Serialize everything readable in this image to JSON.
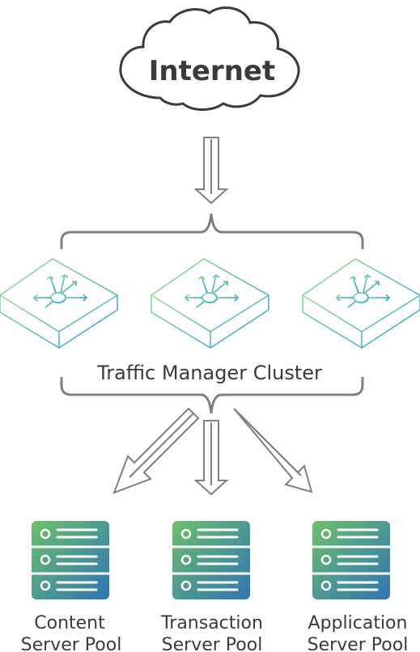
{
  "internet": {
    "label": "Internet"
  },
  "cluster": {
    "label": "Traffic Manager Cluster",
    "node_count": 3
  },
  "pools": [
    {
      "line1": "Content",
      "line2": "Server Pool"
    },
    {
      "line1": "Transaction",
      "line2": "Server Pool"
    },
    {
      "line1": "Application",
      "line2": "Server Pool"
    }
  ],
  "colors": {
    "outline": "#7f7f7f",
    "cloud_stroke": "#3a3a3a",
    "text": "#3a3a3a",
    "router_green": "#8fd896",
    "router_blue": "#2aa6d6",
    "server_green": "#5db86a",
    "server_blue": "#3a7bb8"
  },
  "icons": {
    "cloud": "cloud-icon",
    "router": "traffic-router-icon",
    "server": "server-stack-icon"
  }
}
